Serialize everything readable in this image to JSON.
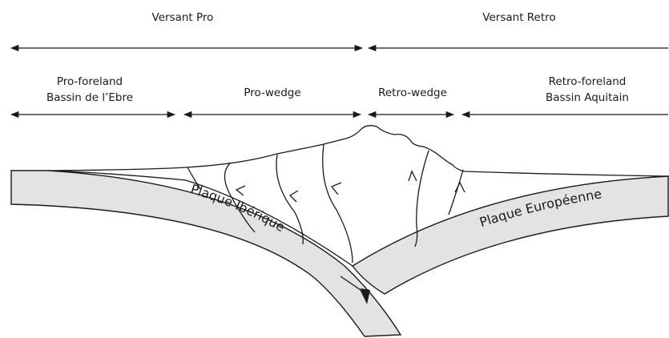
{
  "top_labels": {
    "versant_pro": "Versant Pro",
    "versant_retro": "Versant Retro"
  },
  "zones": {
    "pro_foreland_line1": "Pro-foreland",
    "pro_foreland_line2": "Bassin de l’Ebre",
    "pro_wedge": "Pro-wedge",
    "retro_wedge": "Retro-wedge",
    "retro_foreland_line1": "Retro-foreland",
    "retro_foreland_line2": "Bassin Aquitain"
  },
  "plates": {
    "iberian": "Plaque Ibérique",
    "european": "Plaque Européenne"
  },
  "colors": {
    "plate_fill": "#e3e3e3",
    "ink": "#1a1a1a"
  }
}
